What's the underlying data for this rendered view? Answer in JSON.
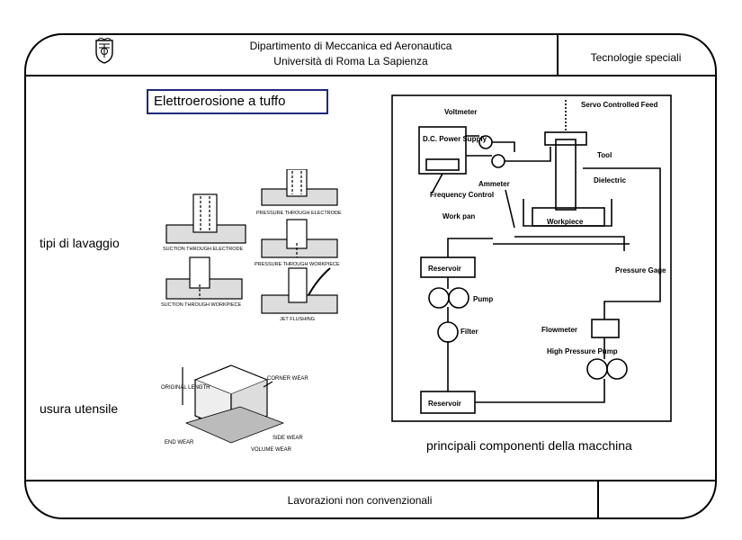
{
  "header": {
    "department": "Dipartimento di Meccanica ed Aeronautica",
    "university": "Università di Roma La Sapienza",
    "right_title": "Tecnologie speciali"
  },
  "slide": {
    "title": "Elettroerosione a tuffo",
    "label_flushing": "tipi di lavaggio",
    "label_wear": "usura utensile",
    "caption": "principali componenti della macchina"
  },
  "footer": {
    "text": "Lavorazioni non convenzionali"
  },
  "flushing_figure": {
    "suction_electrode": "SUCTION THROUGH ELECTRODE",
    "pressure_electrode": "PRESSURE THROUGH ELECTRODE",
    "pressure_workpiece": "PRESSURE THROUGH WORKPIECE",
    "suction_workpiece": "SUCTION THROUGH WORKPIECE",
    "jet_flushing": "JET FLUSHING"
  },
  "wear_figure": {
    "original_length": "ORIGINAL LENGTH",
    "corner_wear": "CORNER WEAR",
    "side_wear": "SIDE WEAR",
    "end_wear": "END WEAR",
    "volume_wear": "VOLUME WEAR"
  },
  "machine_diagram": {
    "voltmeter": "Voltmeter",
    "servo": "Servo Controlled Feed",
    "power_supply": "D.C. Power Supply",
    "tool": "Tool",
    "dielectric": "Dielectric",
    "ammeter": "Ammeter",
    "frequency_control": "Frequency Control",
    "work_pan": "Work pan",
    "workpiece": "Workpiece",
    "reservoir_top": "Reservoir",
    "pressure_gage": "Pressure Gage",
    "pump": "Pump",
    "filter": "Filter",
    "flowmeter": "Flowmeter",
    "hp_pump": "High Pressure Pump",
    "reservoir_bottom": "Reservoir"
  }
}
